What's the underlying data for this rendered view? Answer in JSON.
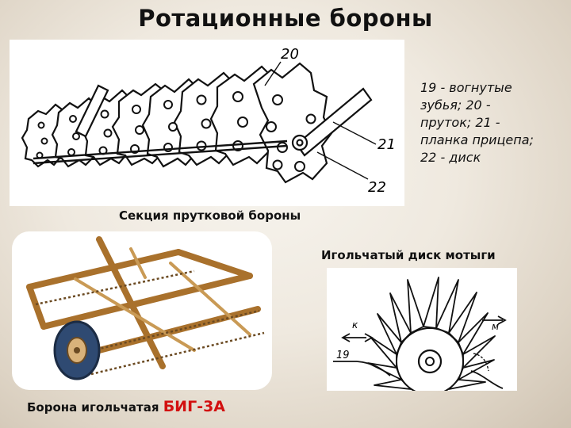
{
  "title": "Ротационные бороны",
  "rod_section": {
    "caption": "Секция прутковой бороны",
    "callouts": [
      "20",
      "21",
      "22"
    ],
    "legend_lines": [
      "19 - вогнутые",
      "зубья; 20 -",
      "пруток; 21 -",
      "планка прицепа;",
      "22 - диск"
    ]
  },
  "needle_disc": {
    "caption": "Игольчатый диск мотыги",
    "labels": [
      "к",
      "м",
      "19"
    ]
  },
  "needle_harrow": {
    "caption_prefix": "Борона игольчатая ",
    "model": "БИГ-3А"
  }
}
